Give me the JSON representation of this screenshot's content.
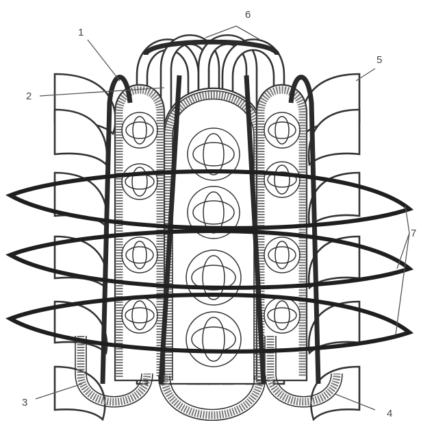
{
  "labels": {
    "one": "1",
    "two": "2",
    "three": "3",
    "four": "4",
    "five": "5",
    "six": "6",
    "seven": "7"
  },
  "colors": {
    "ink": "#2a2a2a",
    "paper": "#ffffff",
    "speckle": "#777777"
  }
}
